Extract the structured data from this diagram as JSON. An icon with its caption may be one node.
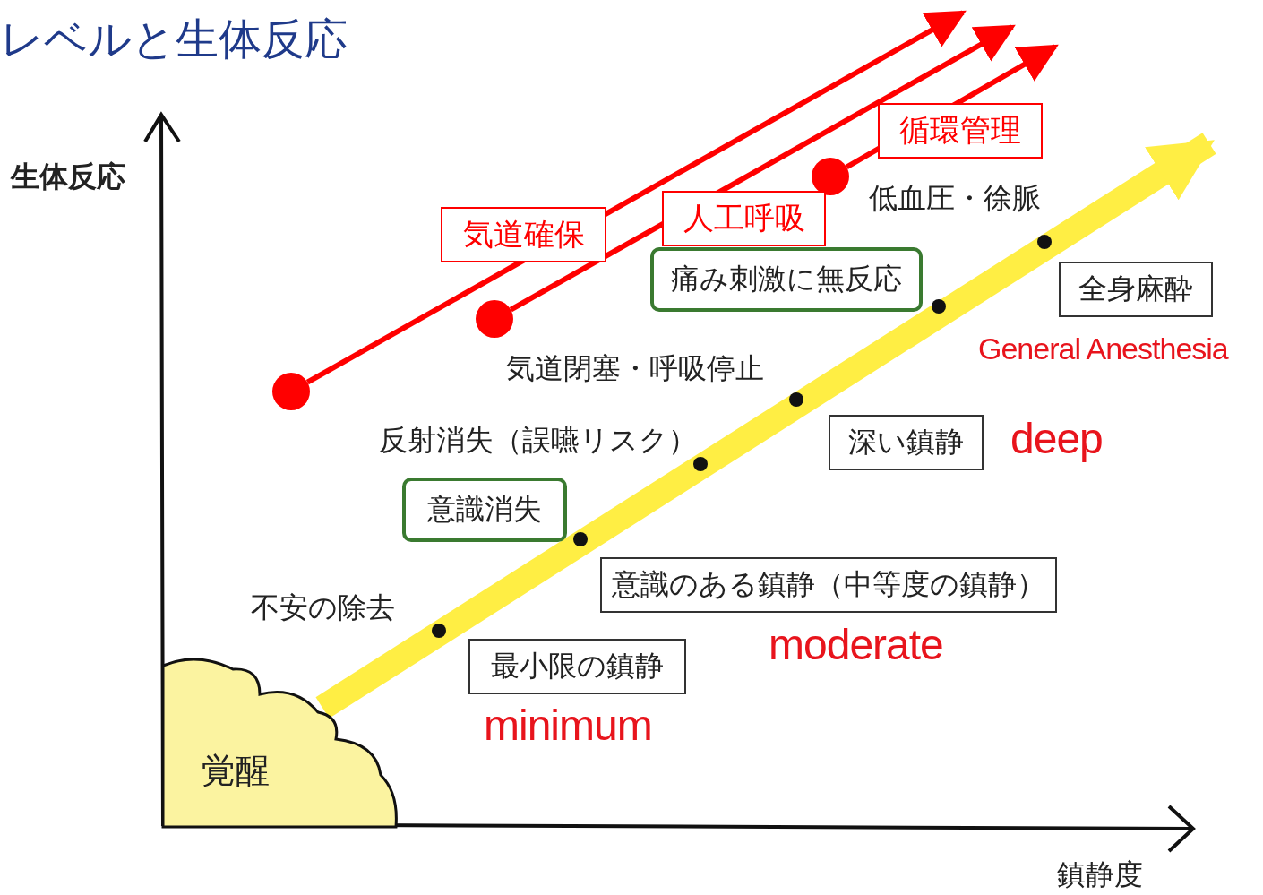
{
  "diagram": {
    "title": "レベルと生体反応",
    "nodes": [
      {
        "text": [
          "覚醒"
        ]
      },
      {
        "text": [
          "最小限の鎮静"
        ],
        "beside": [
          "minimum"
        ]
      },
      {
        "text": [
          "意識のある鎮静（中等度の鎮静）"
        ],
        "beside": [
          "moderate"
        ]
      },
      {
        "text": [
          "深い鎮静"
        ],
        "beside": [
          "deep"
        ]
      },
      {
        "text": [
          "全身麻酔"
        ],
        "beside": [
          "General Anesthesia"
        ]
      },
      {
        "text": [
          "意識消失"
        ]
      },
      {
        "text": [
          "痛み刺激に無反応"
        ]
      },
      {
        "text": [],
        "shape": "circle"
      },
      {
        "text": [],
        "shape": "circle"
      },
      {
        "text": [],
        "shape": "circle"
      }
    ],
    "edges": [
      {
        "from": 0,
        "to": null,
        "arrow": "to",
        "style": "thick",
        "color": "#ffee44"
      },
      {
        "from": 7,
        "to": null,
        "arrow": "to",
        "label": "気道確保"
      },
      {
        "from": 8,
        "to": null,
        "arrow": "to",
        "label": "人工呼吸"
      },
      {
        "from": 9,
        "to": null,
        "arrow": "to",
        "label": "循環管理"
      }
    ],
    "labels": [
      "生体反応",
      "低血圧・徐脈",
      "気道閉塞・呼吸停止",
      "反射消失（誤嚥リスク）",
      "不安の除去",
      "鎮静度"
    ]
  }
}
